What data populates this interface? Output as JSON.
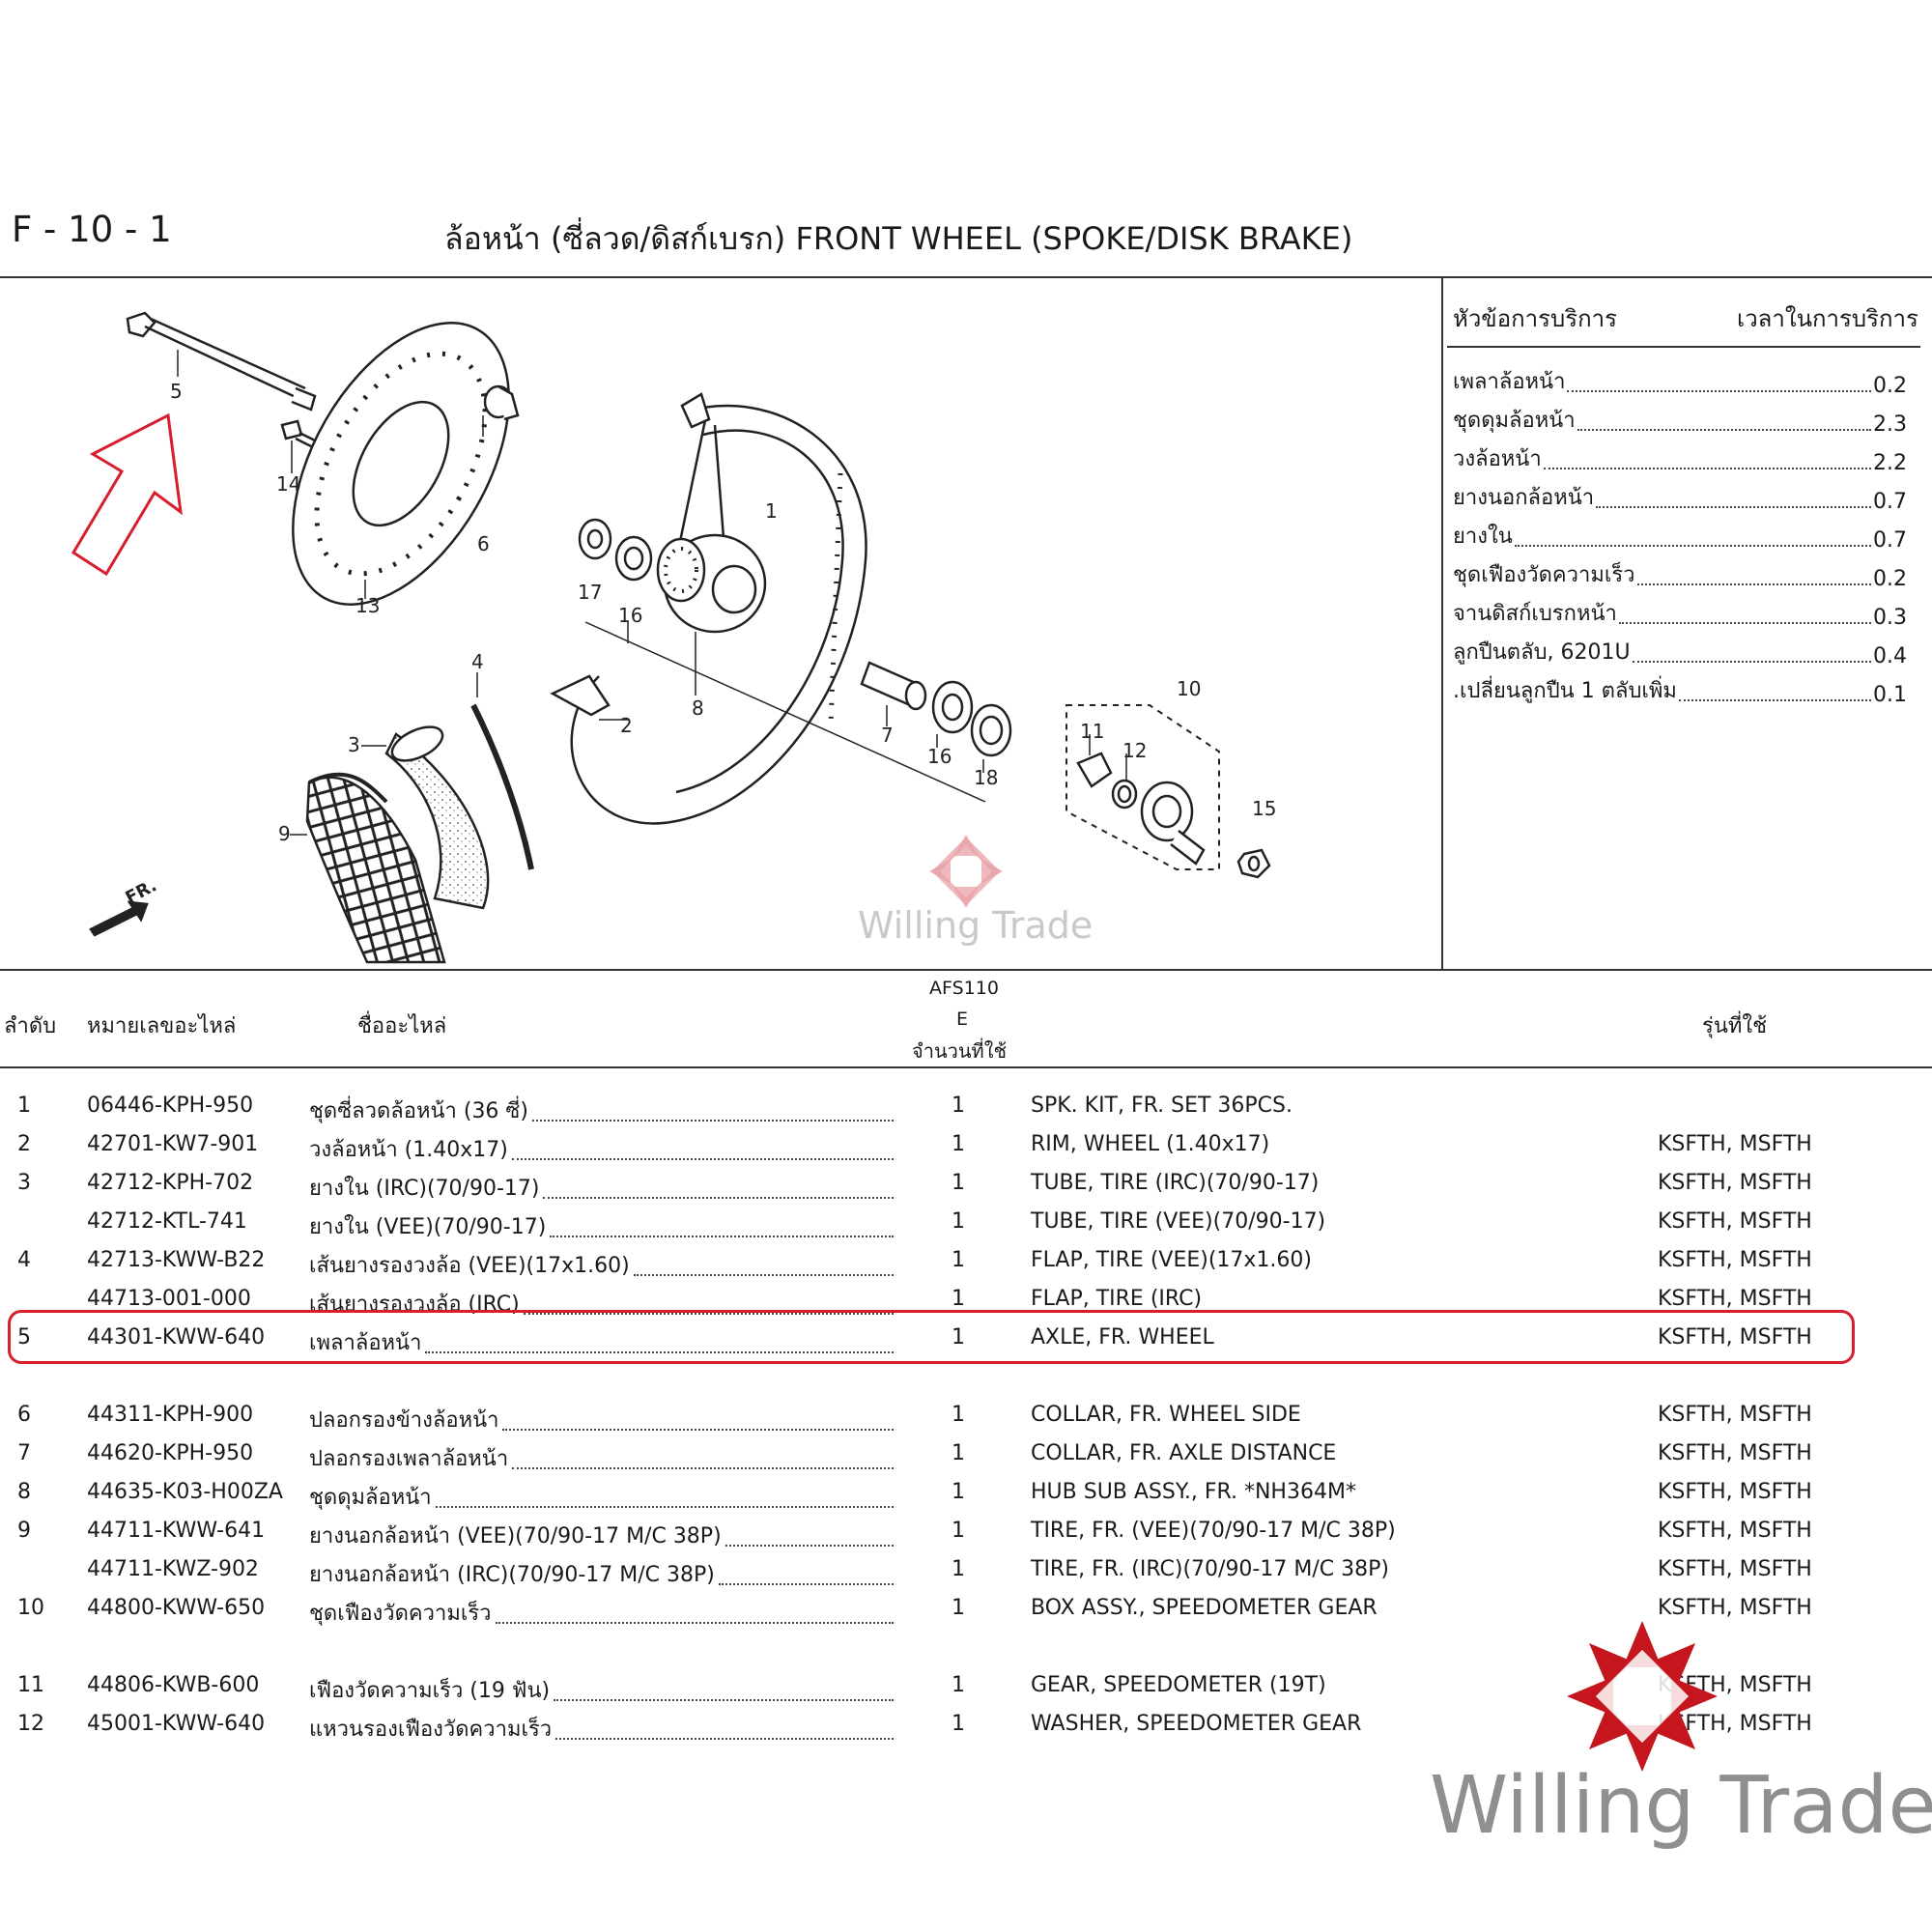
{
  "header": {
    "code": "F - 10 - 1",
    "title": "ล้อหน้า (ซี่ลวด/ดิสก์เบรก)  FRONT WHEEL (SPOKE/DISK BRAKE)"
  },
  "diagram": {
    "callouts": [
      "1",
      "2",
      "3",
      "4",
      "5",
      "6",
      "7",
      "8",
      "9",
      "10",
      "11",
      "12",
      "13",
      "14",
      "15",
      "16",
      "16",
      "17",
      "18"
    ],
    "front_label": "FR."
  },
  "service": {
    "col_item": "หัวข้อการบริการ",
    "col_time": "เวลาในการบริการ",
    "rows": [
      {
        "label": "เพลาล้อหน้า",
        "value": "0.2"
      },
      {
        "label": "ชุดดุมล้อหน้า ",
        "value": "2.3"
      },
      {
        "label": "วงล้อหน้า",
        "value": "2.2"
      },
      {
        "label": "ยางนอกล้อหน้า",
        "value": "0.7"
      },
      {
        "label": "ยางใน ",
        "value": "0.7"
      },
      {
        "label": "ชุดเฟืองวัดความเร็ว ",
        "value": "0.2"
      },
      {
        "label": "จานดิสก์เบรกหน้า ",
        "value": "0.3"
      },
      {
        "label": "ลูกปืนตลับ, 6201U",
        "value": "0.4"
      },
      {
        "label": ".เปลี่ยนลูกปืน 1 ตลับเพิ่ม",
        "value": "0.1"
      }
    ]
  },
  "parts_table": {
    "col_no": "ลำดับ",
    "col_part": "หมายเลขอะไหล่",
    "col_name": "ชื่ออะไหล่",
    "qty_model": "AFS110",
    "qty_type": "E",
    "qty_label": "จำนวนที่ใช้",
    "col_models": "รุ่นที่ใช้",
    "rows": [
      {
        "no": "1",
        "part": "06446-KPH-950",
        "th": "ชุดซี่ลวดล้อหน้า (36 ซี่) ",
        "qty": "1",
        "en": "SPK. KIT, FR. SET 36PCS.",
        "models": ""
      },
      {
        "no": "2",
        "part": "42701-KW7-901",
        "th": "วงล้อหน้า (1.40x17)",
        "qty": "1",
        "en": "RIM, WHEEL (1.40x17)",
        "models": "KSFTH, MSFTH"
      },
      {
        "no": "3",
        "part": "42712-KPH-702",
        "th": "ยางใน (IRC)(70/90-17)",
        "qty": "1",
        "en": "TUBE, TIRE (IRC)(70/90-17)",
        "models": "KSFTH, MSFTH"
      },
      {
        "no": "",
        "part": "42712-KTL-741",
        "th": "ยางใน (VEE)(70/90-17) ",
        "qty": "1",
        "en": "TUBE, TIRE (VEE)(70/90-17)",
        "models": "KSFTH, MSFTH"
      },
      {
        "no": "4",
        "part": "42713-KWW-B22",
        "th": "เส้นยางรองวงล้อ (VEE)(17x1.60) ",
        "qty": "1",
        "en": "FLAP, TIRE (VEE)(17x1.60)",
        "models": "KSFTH, MSFTH"
      },
      {
        "no": "",
        "part": "44713-001-000",
        "th": "เส้นยางรองวงล้อ (IRC) ",
        "qty": "1",
        "en": "FLAP, TIRE (IRC)",
        "models": "KSFTH, MSFTH"
      },
      {
        "no": "5",
        "part": "44301-KWW-640",
        "th": "เพลาล้อหน้า",
        "qty": "1",
        "en": "AXLE, FR. WHEEL",
        "models": "KSFTH, MSFTH"
      },
      {
        "no": "6",
        "part": "44311-KPH-900",
        "th": "ปลอกรองข้างล้อหน้า ",
        "qty": "1",
        "en": "COLLAR, FR. WHEEL SIDE",
        "models": "KSFTH, MSFTH"
      },
      {
        "no": "7",
        "part": "44620-KPH-950",
        "th": "ปลอกรองเพลาล้อหน้า ",
        "qty": "1",
        "en": "COLLAR, FR. AXLE DISTANCE",
        "models": "KSFTH, MSFTH"
      },
      {
        "no": "8",
        "part": "44635-K03-H00ZA",
        "th": "ชุดดุมล้อหน้า",
        "qty": "1",
        "en": "HUB SUB ASSY., FR. *NH364M*",
        "models": "KSFTH, MSFTH"
      },
      {
        "no": "9",
        "part": "44711-KWW-641",
        "th": "ยางนอกล้อหน้า (VEE)(70/90-17 M/C 38P)",
        "qty": "1",
        "en": "TIRE, FR. (VEE)(70/90-17 M/C 38P)",
        "models": "KSFTH, MSFTH"
      },
      {
        "no": "",
        "part": "44711-KWZ-902",
        "th": "ยางนอกล้อหน้า (IRC)(70/90-17 M/C 38P) ",
        "qty": "1",
        "en": "TIRE, FR. (IRC)(70/90-17 M/C 38P)",
        "models": "KSFTH, MSFTH"
      },
      {
        "no": "10",
        "part": "44800-KWW-650",
        "th": "ชุดเฟืองวัดความเร็ว ",
        "qty": "1",
        "en": "BOX ASSY., SPEEDOMETER GEAR",
        "models": "KSFTH, MSFTH"
      },
      {
        "no": "11",
        "part": "44806-KWB-600",
        "th": "เฟืองวัดความเร็ว (19 ฟัน) ",
        "qty": "1",
        "en": "GEAR, SPEEDOMETER (19T)",
        "models": "KSFTH, MSFTH"
      },
      {
        "no": "12",
        "part": "45001-KWW-640",
        "th": "แหวนรองเฟืองวัดความเร็ว ",
        "qty": "1",
        "en": "WASHER, SPEEDOMETER GEAR",
        "models": "KSFTH, MSFTH"
      }
    ]
  },
  "watermark": {
    "text_small": "Willing Trade",
    "text_large": "Willing Trade",
    "brand_color": "#c4161c",
    "highlight_color": "#d81e2c"
  }
}
